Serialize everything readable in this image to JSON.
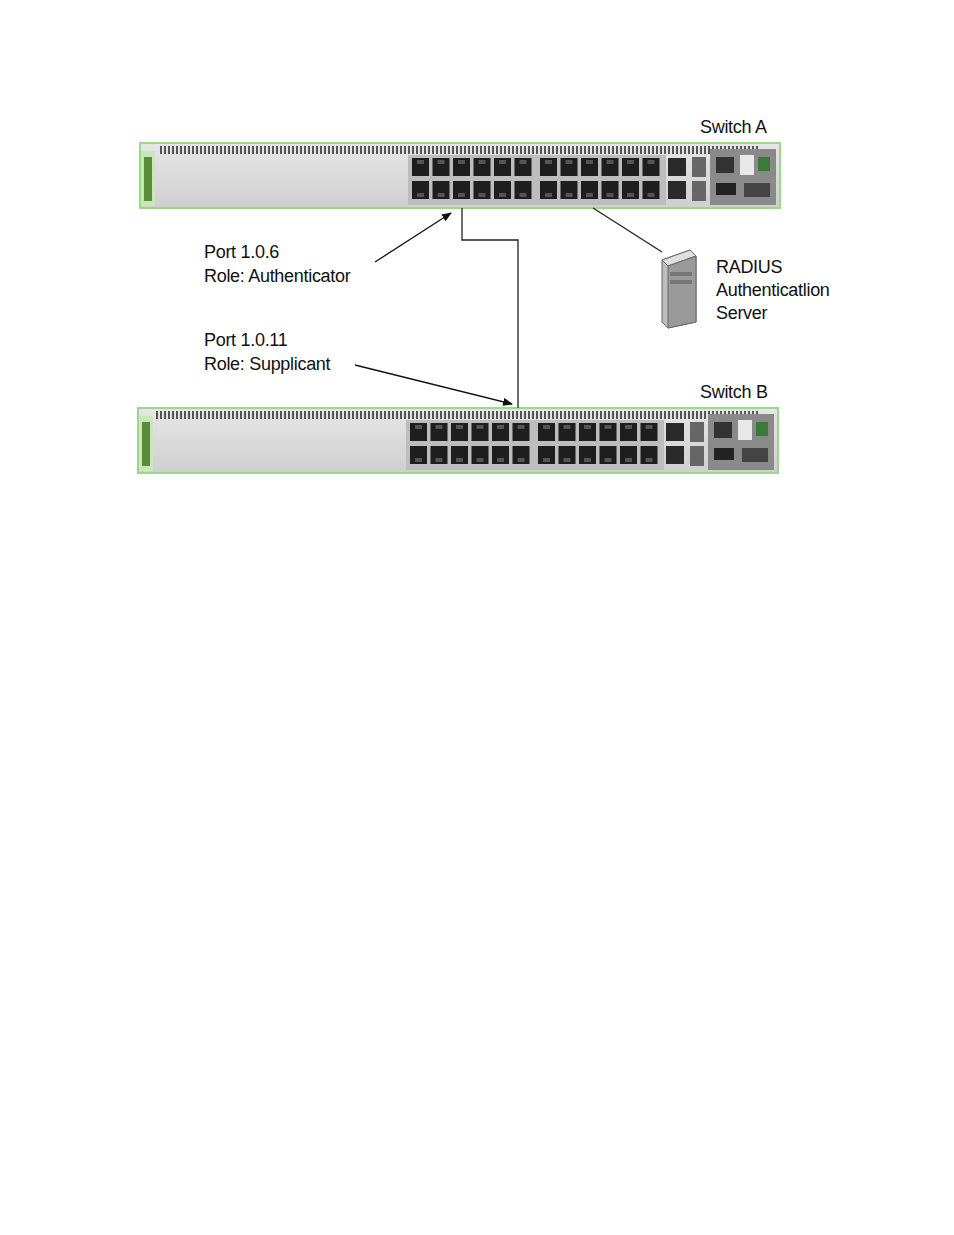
{
  "diagram": {
    "nodes": [
      {
        "text": [
          "Switch A"
        ]
      },
      {
        "text": [
          "RADIUS Authenticatlion Server"
        ]
      },
      {
        "text": [
          "Switch B"
        ]
      }
    ],
    "edges": [
      {
        "from": 0,
        "to": 2,
        "arrow": "none"
      },
      {
        "from": 0,
        "to": 1,
        "arrow": "none"
      }
    ],
    "labels": [
      "Port 1.0.6",
      "Role: Authenticator",
      "Port 1.0.11",
      "Role: Supplicant"
    ]
  }
}
